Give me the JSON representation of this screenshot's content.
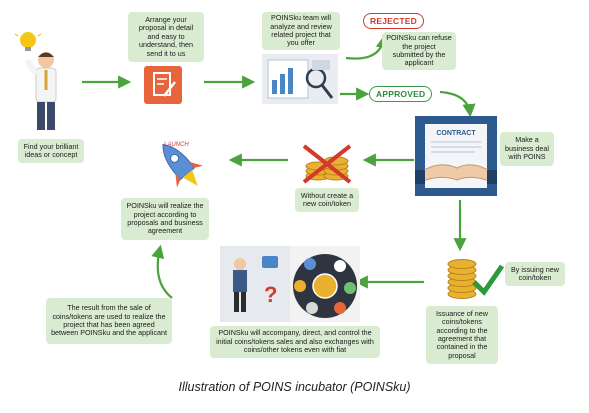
{
  "steps": {
    "idea": "Find your brilliant ideas or concept",
    "proposal": "Arrange your proposal in detail and easy to understand, then send it to us",
    "review": "POINSku team will analyze and review related project that you offer",
    "rejected_note": "POINSku can refuse the project submitted by the applicant",
    "deal": "Make a business deal with POINS",
    "no_token": "Without create a new coin/token",
    "issuing": "By issuing new coin/token",
    "issuance": "Issuance of new coins/tokens according to the agreement that contained in the proposal",
    "accompany": "POINSku will accompany, direct, and control the initial coins/tokens sales and also exchanges with coins/other tokens even with fiat",
    "result": "The result from the sale of coins/tokens are used to realize the project that has been agreed between POINSku and the applicant",
    "realize": "POINSku will realize the project according to proposals and business agreement"
  },
  "badges": {
    "rejected": "REJECTED",
    "approved": "APPROVED"
  },
  "images": {
    "contract_label": "CONTRACT",
    "launch_label": "LAUNCH"
  },
  "caption": "Illustration of POINS incubator (POINSku)",
  "colors": {
    "box": "#d9ecd2",
    "arrow": "#4aa33c",
    "rejected": "#d33a2c",
    "approved": "#2d8a3e"
  },
  "icons": [
    "person-idea-icon",
    "proposal-document-icon",
    "review-analysis-icon",
    "contract-handshake-icon",
    "coins-crossed-icon",
    "rocket-launch-icon",
    "coins-check-icon",
    "exchange-collage-icon"
  ]
}
